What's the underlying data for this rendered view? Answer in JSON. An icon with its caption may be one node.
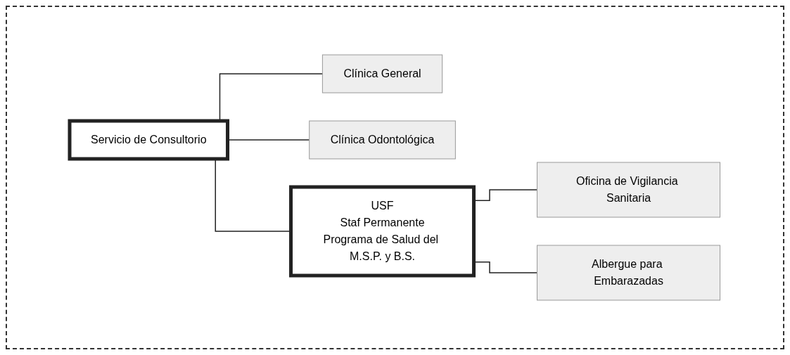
{
  "diagram": {
    "nodes": [
      {
        "text": [
          "Servicio de Consultorio"
        ]
      },
      {
        "text": [
          "Clínica General"
        ]
      },
      {
        "text": [
          "Clínica Odontológica"
        ]
      },
      {
        "text": [
          "USF",
          "Staf Permanente",
          "Programa de Salud del M.S.P. y B.S."
        ]
      },
      {
        "text": [
          "Oficina de Vigilancia Sanitaria"
        ]
      },
      {
        "text": [
          "Albergue para Embarazadas"
        ]
      }
    ],
    "edges": [
      {
        "from": 0,
        "to": 1,
        "arrow": "none"
      },
      {
        "from": 0,
        "to": 2,
        "arrow": "none"
      },
      {
        "from": 0,
        "to": 3,
        "arrow": "none"
      },
      {
        "from": 3,
        "to": 4,
        "arrow": "none"
      },
      {
        "from": 3,
        "to": 5,
        "arrow": "none"
      }
    ]
  }
}
